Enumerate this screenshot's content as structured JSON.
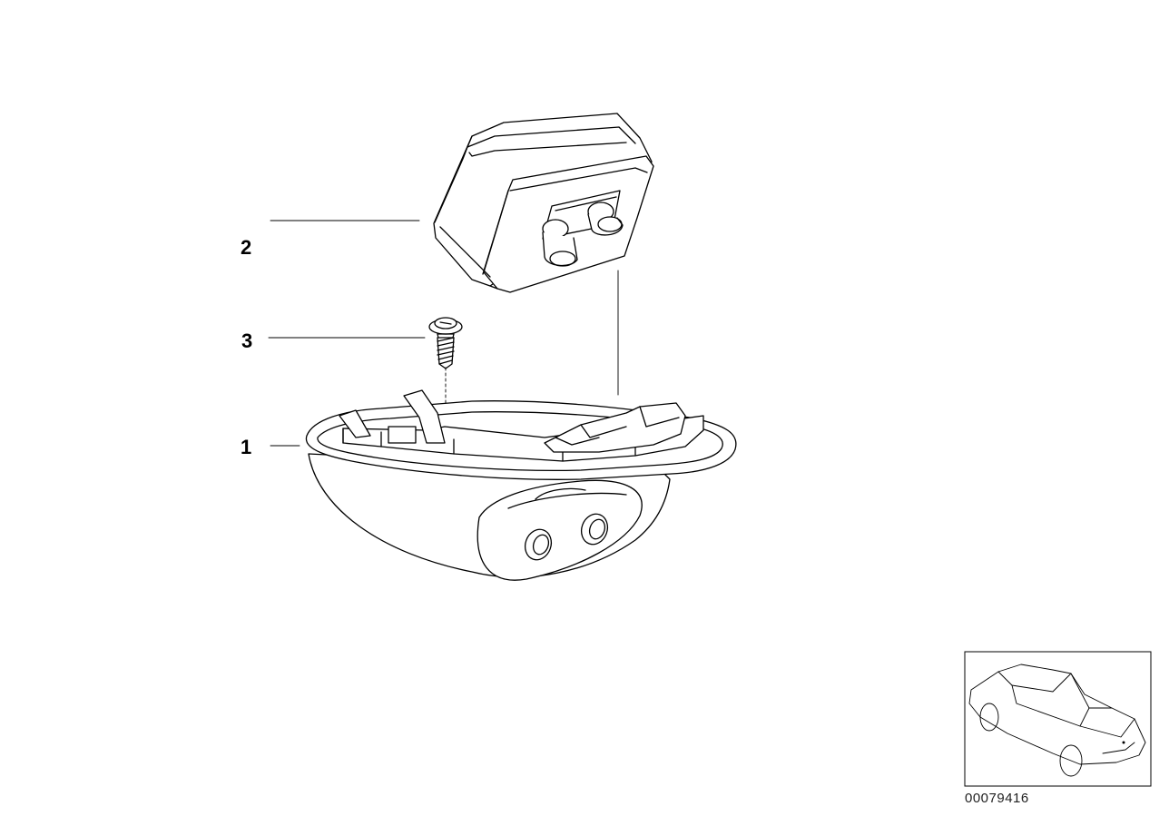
{
  "callouts": [
    {
      "number": "1",
      "part": "housing"
    },
    {
      "number": "2",
      "part": "display-unit"
    },
    {
      "number": "3",
      "part": "screw"
    }
  ],
  "diagram_number": "00079416",
  "thumbnail": {
    "subject": "car-outline",
    "icon": "car-icon"
  }
}
